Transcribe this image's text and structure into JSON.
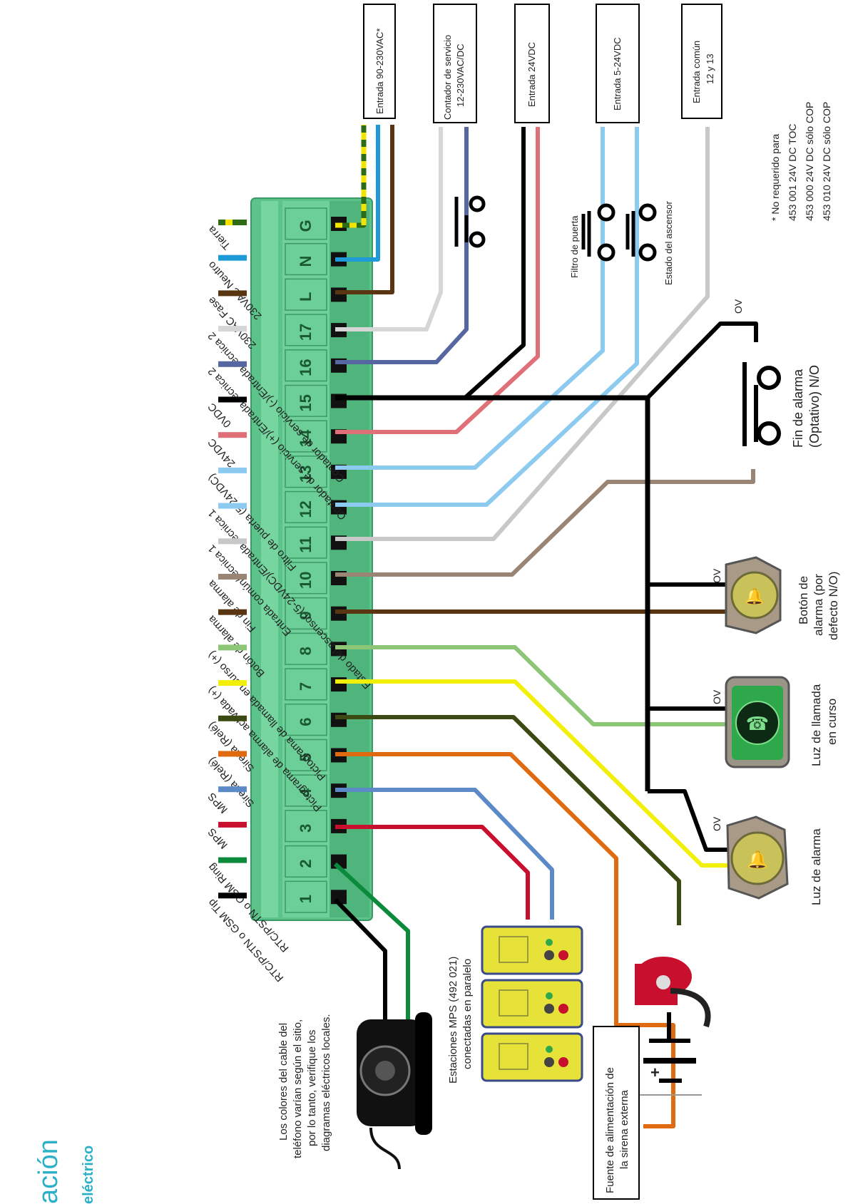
{
  "page": {
    "section_title_fragment": "ación",
    "section_subtitle_fragment": "eléctrico"
  },
  "terminals": [
    {
      "id": "G",
      "label": "Tierra",
      "color": "#2e6b16",
      "stripe": "#f2e400"
    },
    {
      "id": "N",
      "label": "230VAC Neutro",
      "color": "#1e9ad6"
    },
    {
      "id": "L",
      "label": "230VAC Fase",
      "color": "#5a3512"
    },
    {
      "id": "17",
      "label": "Contador de servicio (-)/Entrada técnica 2",
      "color": "#d6d6d6"
    },
    {
      "id": "16",
      "label": "Contador de servicio (+)/Entrada técnica 2",
      "color": "#5566a0"
    },
    {
      "id": "15",
      "label": "0VDC",
      "color": "#000000"
    },
    {
      "id": "14",
      "label": "24VDC",
      "color": "#e07078"
    },
    {
      "id": "13",
      "label": "Filtro de puerta (5-24VDC)",
      "color": "#8ccaf0"
    },
    {
      "id": "12",
      "label": "Estado del ascensor (5-24VDC)/Entrada técnica 1",
      "color": "#8ccaf0"
    },
    {
      "id": "11",
      "label": "Entrada común/técnica 1",
      "color": "#c8c8c8"
    },
    {
      "id": "10",
      "label": "Fin de alarma",
      "color": "#9a8575"
    },
    {
      "id": "9",
      "label": "Botón de alarma",
      "color": "#5a3512"
    },
    {
      "id": "8",
      "label": "Pictograma de llamada en curso (+)",
      "color": "#8dc676"
    },
    {
      "id": "7",
      "label": "Pictograma de alarma activada (+)",
      "color": "#f2ef0a"
    },
    {
      "id": "6",
      "label": "Sirena (Relé)",
      "color": "#3b4a12"
    },
    {
      "id": "5",
      "label": "Sirena (Relé)",
      "color": "#e06a10"
    },
    {
      "id": "4",
      "label": "MPS",
      "color": "#5c8ac8"
    },
    {
      "id": "3",
      "label": "MPS",
      "color": "#c8102e"
    },
    {
      "id": "2",
      "label": "RTC/PSTN o GSM Ring",
      "color": "#0a8a3a"
    },
    {
      "id": "1",
      "label": "RTC/PSTN o GSM Tip",
      "color": "#000000"
    }
  ],
  "boxes": {
    "power_input": "Entrada 90-230VAC*",
    "service_counter": [
      "Contador de servicio",
      "12-230VAC/DC"
    ],
    "input_24": "Entrada 24VDC",
    "input_5_24": "Entrada 5-24VDC",
    "common_input": [
      "Entrada común",
      "12 y 13"
    ]
  },
  "note": [
    "* No requerido para",
    "453 001 24V DC TOC",
    "453 000 24V DC sólo COP",
    "453 010 24V DC sólo COP"
  ],
  "switches": {
    "door_filter": "Filtro de puerta",
    "lift_status": "Estado del ascensor"
  },
  "zero_volt": "OV",
  "end_alarm": [
    "Fin de alarma",
    "(Optativo) N/O"
  ],
  "devices": {
    "alarm_button": [
      "Botón de",
      "alarma (por",
      "defecto N/O)"
    ],
    "call_light": [
      "Luz de llamada",
      "en curso"
    ],
    "alarm_light": "Luz de alarma"
  },
  "mps_stations": [
    "Estaciones MPS (492 021)",
    "conectadas en paralelo"
  ],
  "phone_note": [
    "Los colores del cable del",
    "teléfono varían según el sitio,",
    "por lo tanto, verifique los",
    "diagramas eléctricos locales."
  ],
  "siren_supply": [
    "Fuente de alimentación de",
    "la sirena externa"
  ],
  "battery_plus": "+"
}
